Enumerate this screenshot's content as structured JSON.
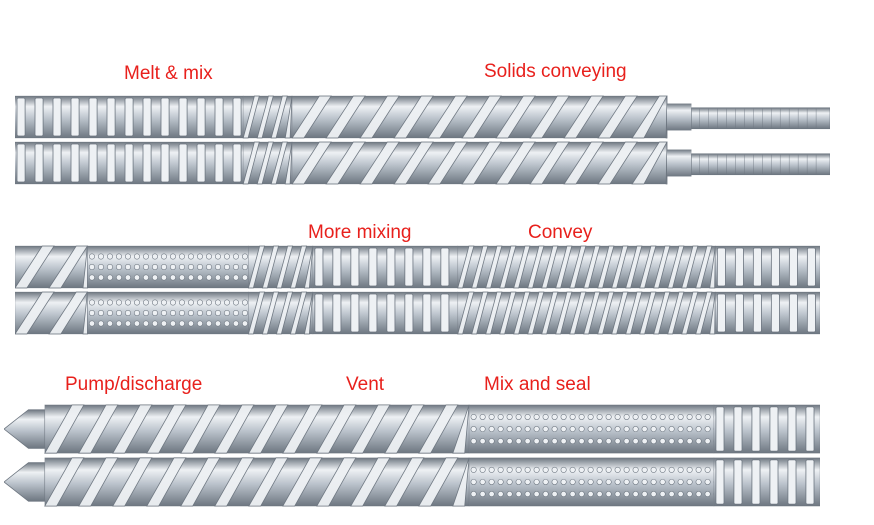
{
  "labels": {
    "melt_mix": "Melt & mix",
    "solids_conveying": "Solids conveying",
    "more_mixing": "More mixing",
    "convey": "Convey",
    "pump_discharge": "Pump/discharge",
    "vent": "Vent",
    "mix_and_seal": "Mix and seal"
  },
  "colors": {
    "label": "#e8201c",
    "steel_light": "#eef1f4",
    "steel_mid": "#b9c1ca",
    "steel_dark": "#6d7680",
    "background": "#ffffff"
  },
  "rows": [
    {
      "name": "screw-pair-1",
      "segments": [
        {
          "type": "kneading",
          "span": 0.28
        },
        {
          "type": "flight-fine",
          "span": 0.06
        },
        {
          "type": "flight-wide",
          "span": 0.46
        },
        {
          "type": "shaft",
          "span": 0.2
        }
      ]
    },
    {
      "name": "screw-pair-2",
      "segments": [
        {
          "type": "flight-wide",
          "span": 0.09
        },
        {
          "type": "mesh",
          "span": 0.2
        },
        {
          "type": "flight-fine",
          "span": 0.08
        },
        {
          "type": "kneading",
          "span": 0.18
        },
        {
          "type": "flight-fine",
          "span": 0.32
        },
        {
          "type": "kneading",
          "span": 0.13
        }
      ]
    },
    {
      "name": "screw-pair-3",
      "segments": [
        {
          "type": "tip",
          "span": 0.05
        },
        {
          "type": "flight-wide",
          "span": 0.52
        },
        {
          "type": "mesh",
          "span": 0.3
        },
        {
          "type": "kneading",
          "span": 0.13
        }
      ]
    }
  ]
}
